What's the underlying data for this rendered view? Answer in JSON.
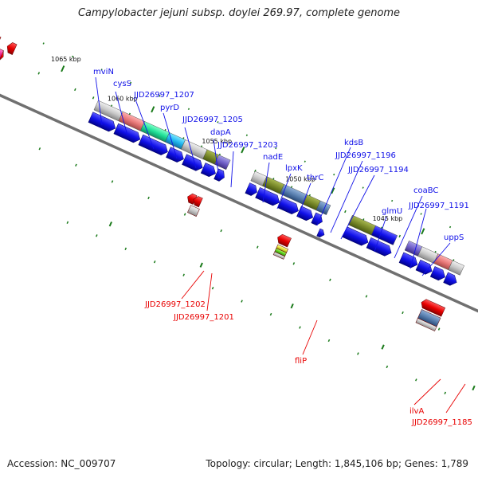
{
  "header": {
    "title": "Campylobacter jejuni subsp. doylei 269.97, complete genome"
  },
  "footer": {
    "accession": "Accession: NC_009707",
    "topology": "Topology: circular; Length: 1,845,106 bp; Genes: 1,789"
  },
  "map": {
    "strand_colors": {
      "forward": "#1010e8",
      "reverse": "#e80000",
      "backbone": "#707070",
      "ticks": "#1a7a1a"
    },
    "scale_labels": [
      "1065 kbp",
      "1060 kbp",
      "1055 kbp",
      "1050 kbp",
      "1045 kbp"
    ],
    "forward_gene_labels": [
      "mviN",
      "cysS",
      "JJD26997_1207",
      "pyrD",
      "JJD26997_1205",
      "dapA",
      "JJD26997_1203",
      "nadE",
      "lpxK",
      "thrC",
      "kdsB",
      "JJD26997_1196",
      "JJD26997_1194",
      "glmU",
      "coaBC",
      "JJD26997_1191",
      "uppS"
    ],
    "reverse_gene_labels": [
      "JJD26997_1202",
      "JJD26997_1201",
      "fliP",
      "ilvA",
      "JJD26997_1185"
    ]
  }
}
